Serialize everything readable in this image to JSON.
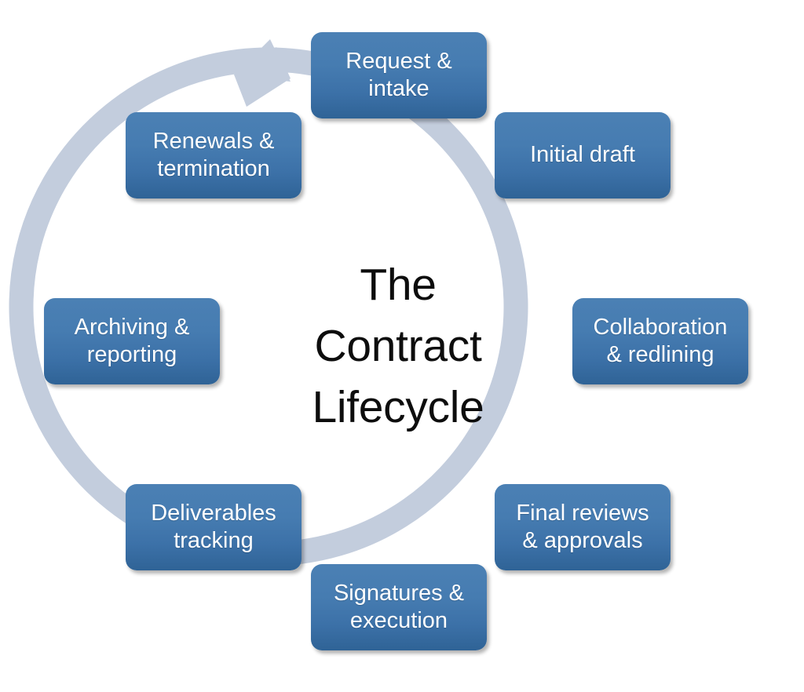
{
  "diagram": {
    "title_lines": "The\nContract\nLifecycle",
    "type": "cycle",
    "direction": "clockwise",
    "background_color": "#ffffff",
    "ring_color": "#c3cddd",
    "node_fill_top": "#4b80b4",
    "node_fill_bottom": "#2f6396",
    "node_text_color": "#ffffff",
    "title_color": "#0d0d0d",
    "arrow_name": "clockwise-cycle-arrow",
    "nodes": [
      {
        "id": "request-intake",
        "label": "Request &\nintake",
        "step": 1
      },
      {
        "id": "initial-draft",
        "label": "Initial draft",
        "step": 2
      },
      {
        "id": "collaboration-redlining",
        "label": "Collaboration\n& redlining",
        "step": 3
      },
      {
        "id": "final-reviews-approvals",
        "label": "Final reviews\n& approvals",
        "step": 4
      },
      {
        "id": "signatures-execution",
        "label": "Signatures &\nexecution",
        "step": 5
      },
      {
        "id": "deliverables-tracking",
        "label": "Deliverables\ntracking",
        "step": 6
      },
      {
        "id": "archiving-reporting",
        "label": "Archiving &\nreporting",
        "step": 7
      },
      {
        "id": "renewals-termination",
        "label": "Renewals &\ntermination",
        "step": 8
      }
    ]
  }
}
